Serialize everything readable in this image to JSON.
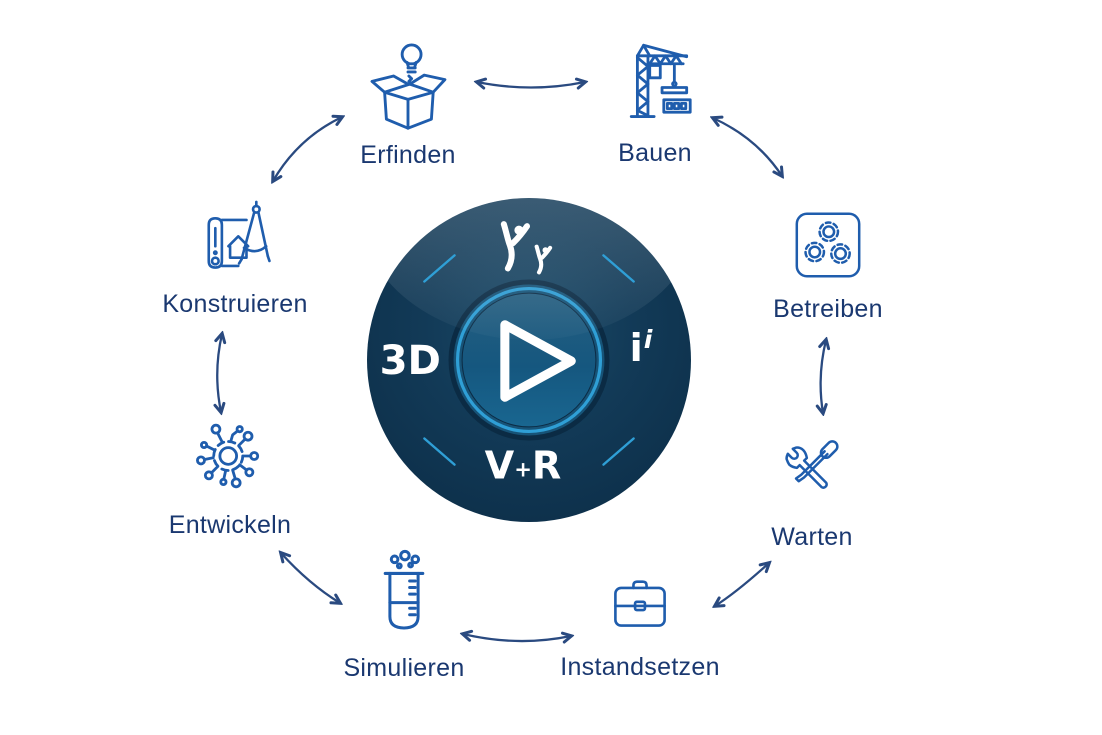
{
  "diagram": {
    "type": "cycle",
    "stations": [
      {
        "label": "Erfinden",
        "icon": "idea-box-icon"
      },
      {
        "label": "Bauen",
        "icon": "construction-crane-icon"
      },
      {
        "label": "Betreiben",
        "icon": "gears-icon"
      },
      {
        "label": "Warten",
        "icon": "wrench-screwdriver-icon"
      },
      {
        "label": "Instandsetzen",
        "icon": "toolbox-icon"
      },
      {
        "label": "Simulieren",
        "icon": "beaker-icon"
      },
      {
        "label": "Entwickeln",
        "icon": "network-hub-icon"
      },
      {
        "label": "Konstruieren",
        "icon": "blueprint-compass-icon"
      }
    ],
    "connections": "bidirectional arrows between adjacent stations"
  },
  "compass_logo": {
    "quadrant_top": "people-figures-icon",
    "quadrant_left": "3D",
    "quadrant_right_base": "i",
    "quadrant_right_sup": "i",
    "bottom_v": "V",
    "bottom_plus": "+",
    "bottom_r": "R",
    "center": "play-icon"
  },
  "colors": {
    "background": "#ffffff",
    "label_text": "#1a3870",
    "icon_stroke": "#1f5dad",
    "arrow": "#2a4a80",
    "compass_navy": "#0f334e",
    "compass_ring": "#2f9fd6",
    "compass_inner": "#15577f"
  }
}
